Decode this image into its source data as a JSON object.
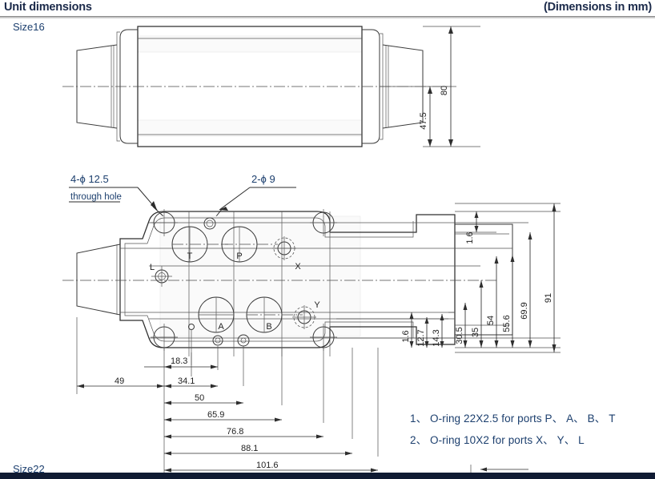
{
  "header": {
    "title": "Unit dimensions",
    "units_note": "(Dimensions in mm)"
  },
  "views": [
    {
      "key": "size16",
      "label": "Size16"
    },
    {
      "key": "size22",
      "label": "Size22"
    }
  ],
  "callouts": [
    {
      "name": "hole-callout-4phi125",
      "text": "4-ϕ 12.5"
    },
    {
      "name": "hole-callout-through-hole",
      "text": "through hole"
    },
    {
      "name": "hole-callout-2phi9",
      "text": "2-ϕ 9"
    }
  ],
  "ports": [
    {
      "label": "T"
    },
    {
      "label": "P"
    },
    {
      "label": "X"
    },
    {
      "label": "L"
    },
    {
      "label": "A"
    },
    {
      "label": "B"
    },
    {
      "label": "Y"
    }
  ],
  "dimensions": {
    "top_view_vertical": [
      {
        "value": "80"
      },
      {
        "value": "47.5"
      }
    ],
    "main_view_vertical": [
      {
        "value": "1.6"
      },
      {
        "value": "1.6"
      },
      {
        "value": "12.7"
      },
      {
        "value": "14.3"
      },
      {
        "value": "30.5"
      },
      {
        "value": "35"
      },
      {
        "value": "54"
      },
      {
        "value": "55.6"
      },
      {
        "value": "69.9"
      },
      {
        "value": "91"
      }
    ],
    "main_view_horizontal": [
      {
        "value": "18.3"
      },
      {
        "value": "49"
      },
      {
        "value": "34.1"
      },
      {
        "value": "50"
      },
      {
        "value": "65.9"
      },
      {
        "value": "76.8"
      },
      {
        "value": "88.1"
      },
      {
        "value": "101.6"
      }
    ]
  },
  "notes": [
    {
      "index": "1、",
      "text": "O-ring 22X2.5 for ports P、 A、 B、 T",
      "full": "1、 O-ring 22X2.5 for ports P、 A、 B、 T"
    },
    {
      "index": "2、",
      "text": "O-ring 10X2 for ports X、 Y、 L",
      "full": "2、 O-ring 10X2 for ports X、 Y、 L"
    }
  ],
  "colors": {
    "header_text": "#1b2a4a",
    "label_text": "#1c3f6e",
    "footer_bar": "#101b33",
    "line": "#3a3a3a",
    "page_bg": "#ffffff"
  }
}
